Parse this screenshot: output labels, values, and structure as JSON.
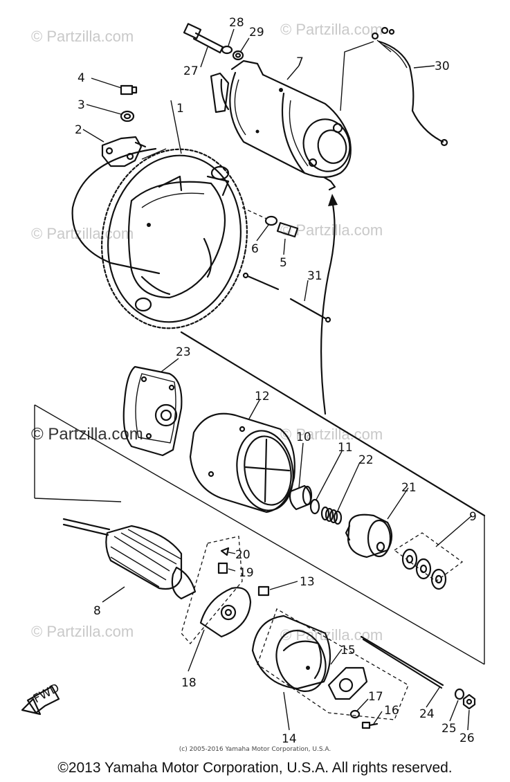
{
  "watermark": {
    "text": "© Partzilla.com",
    "prominent_text": "© Partzilla.com"
  },
  "fwd_label": "FWD",
  "callouts": {
    "c1": "1",
    "c2": "2",
    "c3": "3",
    "c4": "4",
    "c5": "5",
    "c6": "6",
    "c7": "7",
    "c8": "8",
    "c9": "9",
    "c10": "10",
    "c11": "11",
    "c12": "12",
    "c13": "13",
    "c14": "14",
    "c15": "15",
    "c16": "16",
    "c17": "17",
    "c18": "18",
    "c19": "19",
    "c20": "20",
    "c21": "21",
    "c22": "22",
    "c23": "23",
    "c24": "24",
    "c25": "25",
    "c26": "26",
    "c27": "27",
    "c28": "28",
    "c29": "29",
    "c30": "30",
    "c31": "31"
  },
  "credit_small": "(c) 2005-2016 Yamaha Motor Corporation, U.S.A.",
  "copyright": "©2013 Yamaha Motor Corporation, U.S.A. All rights reserved."
}
